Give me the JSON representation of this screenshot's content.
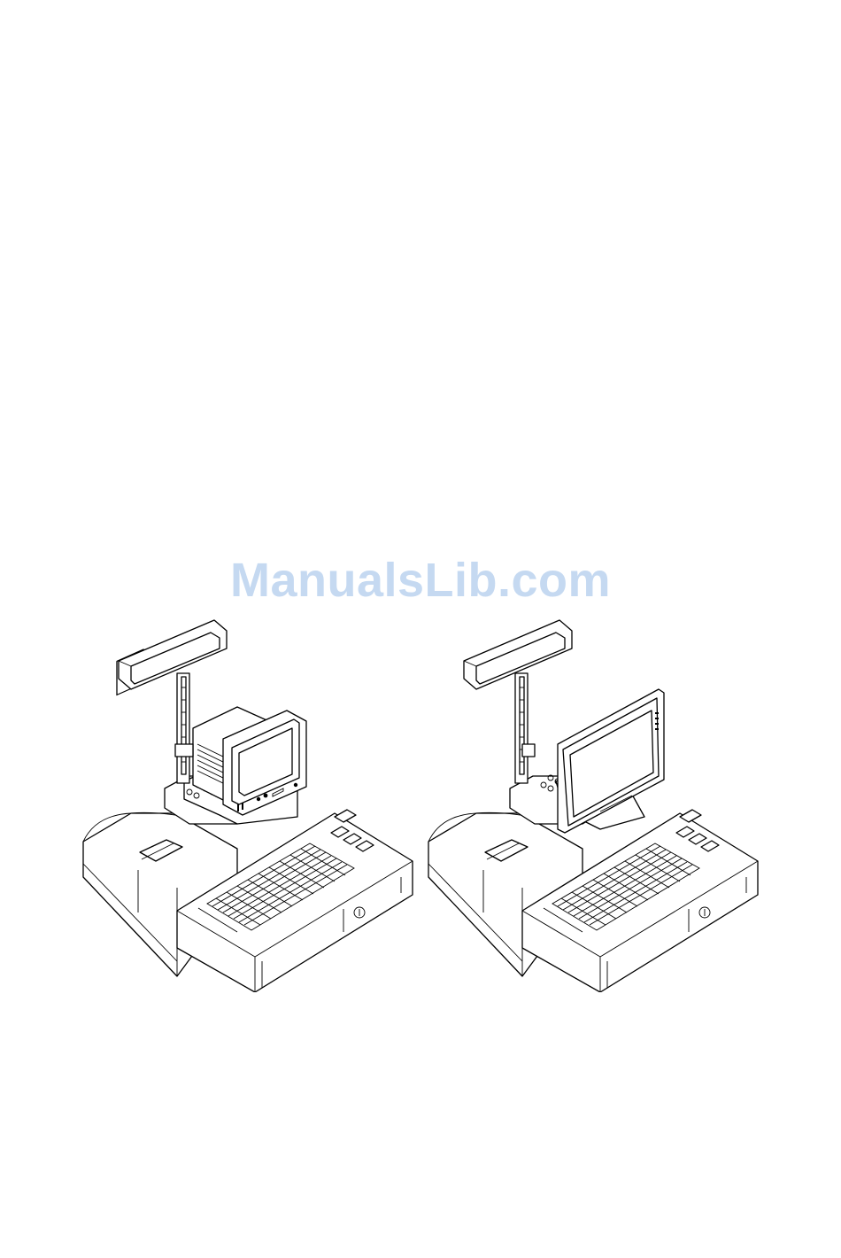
{
  "page": {
    "watermark": "ManualsLib.com"
  },
  "illustrations": [
    {
      "name": "pos-terminal-with-crt-monitor"
    },
    {
      "name": "pos-terminal-with-lcd-monitor"
    }
  ]
}
